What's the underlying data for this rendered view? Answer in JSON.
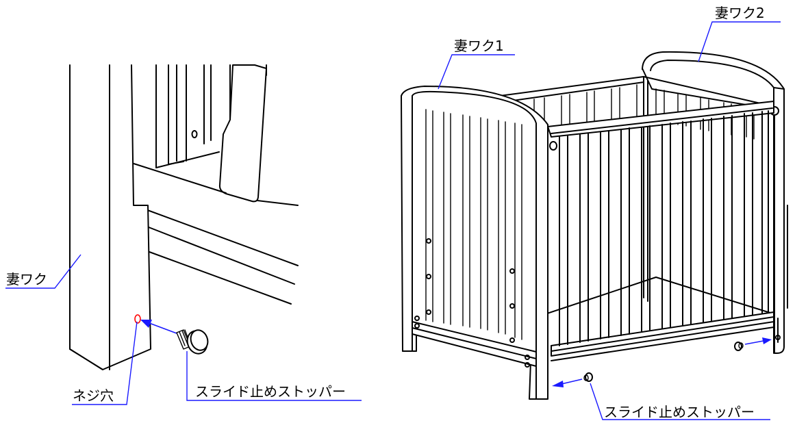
{
  "colors": {
    "line": "#000000",
    "leader": "#1a1aff",
    "arrow": "#1a1aff",
    "hole_marker": "#ff0000",
    "background": "#ffffff"
  },
  "detail_view": {
    "label_frame": "妻ワク",
    "label_screw_hole": "ネジ穴",
    "label_stopper": "スライド止めストッパー"
  },
  "crib_view": {
    "label_frame_1": "妻ワク1",
    "label_frame_2": "妻ワク2",
    "label_stopper": "スライド止めストッパー"
  }
}
